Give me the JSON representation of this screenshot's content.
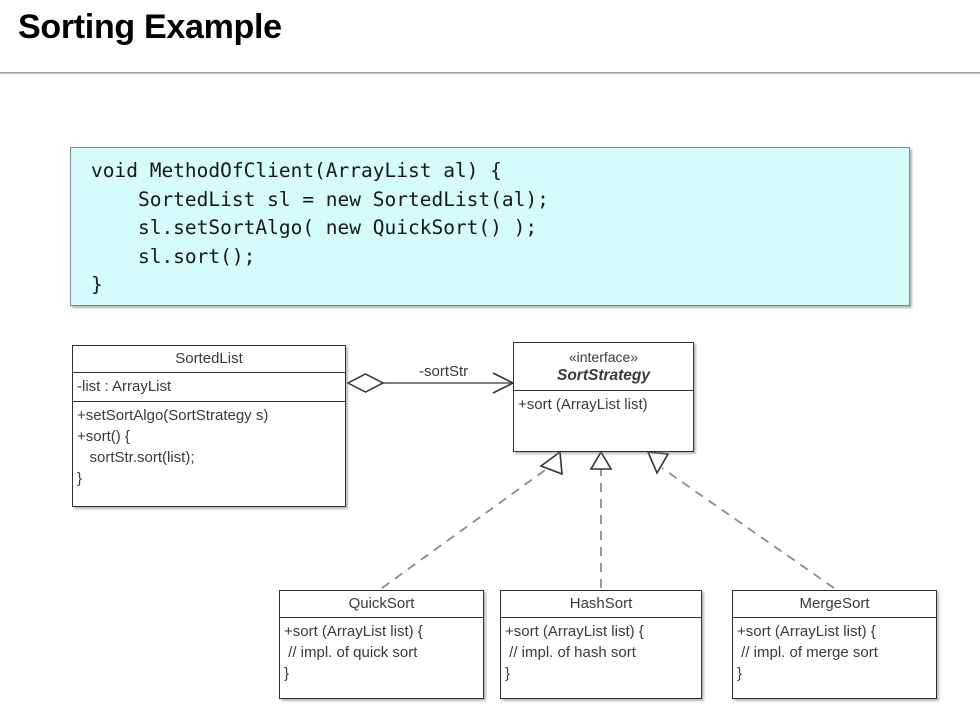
{
  "slide": {
    "title": "Sorting Example"
  },
  "code_block": {
    "language": "java",
    "background_color": "#d6fbfd",
    "border_color": "#7d8a8c",
    "text": "void MethodOfClient(ArrayList al) {\n    SortedList sl = new SortedList(al);\n    sl.setSortAlgo( new QuickSort() );\n    sl.sort();\n}"
  },
  "diagram": {
    "type": "uml-class-diagram",
    "classes": {
      "sorted_list": {
        "name": "SortedList",
        "attributes": [
          "-list : ArrayList"
        ],
        "operations": [
          "+setSortAlgo(SortStrategy s)",
          "+sort() {",
          "   sortStr.sort(list);",
          "}"
        ]
      },
      "sort_strategy": {
        "stereotype": "«interface»",
        "name": "SortStrategy",
        "operations": [
          "+sort (ArrayList list)"
        ]
      },
      "quick_sort": {
        "name": "QuickSort",
        "operations": [
          "+sort (ArrayList list) {",
          " // impl. of quick sort",
          "}"
        ]
      },
      "hash_sort": {
        "name": "HashSort",
        "operations": [
          "+sort (ArrayList list) {",
          " // impl. of hash sort",
          "}"
        ]
      },
      "merge_sort": {
        "name": "MergeSort",
        "operations": [
          "+sort (ArrayList list) {",
          " // impl. of merge sort",
          "}"
        ]
      }
    },
    "relationships": {
      "aggregation": {
        "from": "SortedList",
        "to": "SortStrategy",
        "label": "-sortStr",
        "source_marker": "hollow-diamond",
        "target_marker": "open-arrow"
      },
      "realizations": [
        {
          "from": "QuickSort",
          "to": "SortStrategy",
          "line": "dashed",
          "marker": "hollow-triangle"
        },
        {
          "from": "HashSort",
          "to": "SortStrategy",
          "line": "dashed",
          "marker": "hollow-triangle"
        },
        {
          "from": "MergeSort",
          "to": "SortStrategy",
          "line": "dashed",
          "marker": "hollow-triangle"
        }
      ]
    }
  }
}
